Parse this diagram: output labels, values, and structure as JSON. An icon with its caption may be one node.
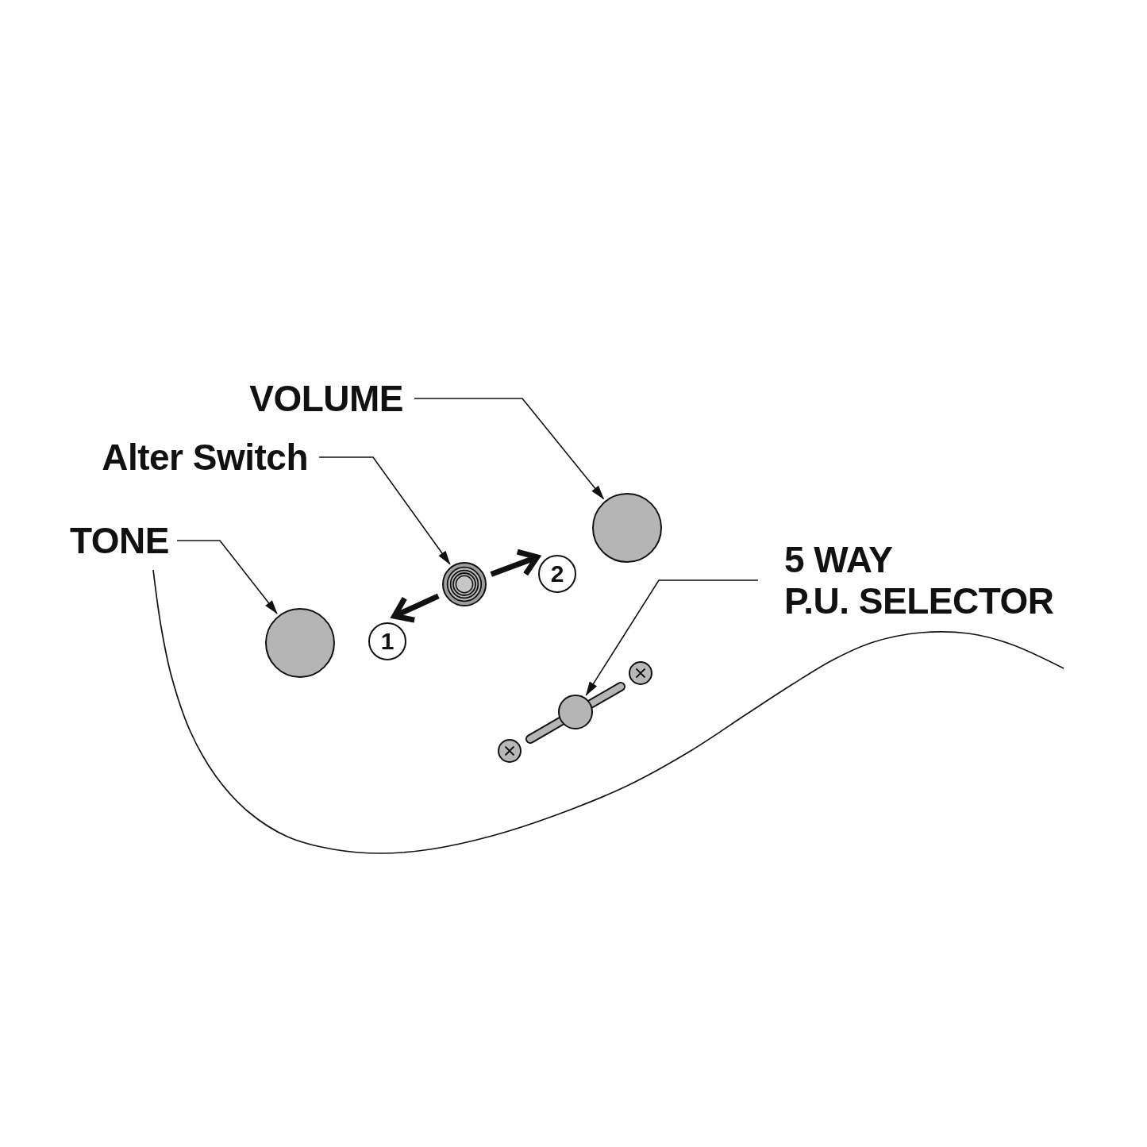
{
  "diagram": {
    "nodes": [
      {
        "text": [
          "VOLUME"
        ]
      },
      {
        "text": [
          "Alter Switch"
        ]
      },
      {
        "text": [],
        "shape": "circle"
      },
      {
        "text": [
          "TONE"
        ]
      },
      {
        "text": [
          "5 WAY P.U. SELECTOR"
        ]
      },
      {
        "text": [
          "2"
        ]
      },
      {
        "text": [],
        "shape": "circle"
      },
      {
        "text": [
          "1"
        ]
      },
      {
        "text": [],
        "shape": "circle"
      },
      {
        "text": [],
        "shape": "circle"
      }
    ],
    "edges": [
      {
        "from": 0,
        "to": 2,
        "arrow": "to"
      },
      {
        "from": 1,
        "to": 6,
        "arrow": "to"
      },
      {
        "from": 3,
        "to": 8,
        "arrow": "to"
      },
      {
        "from": 4,
        "to": 9,
        "arrow": "to"
      },
      {
        "from": 6,
        "to": 7,
        "arrow": "to",
        "style": "thick"
      },
      {
        "from": 6,
        "to": 5,
        "arrow": "to",
        "style": "thick"
      }
    ]
  }
}
